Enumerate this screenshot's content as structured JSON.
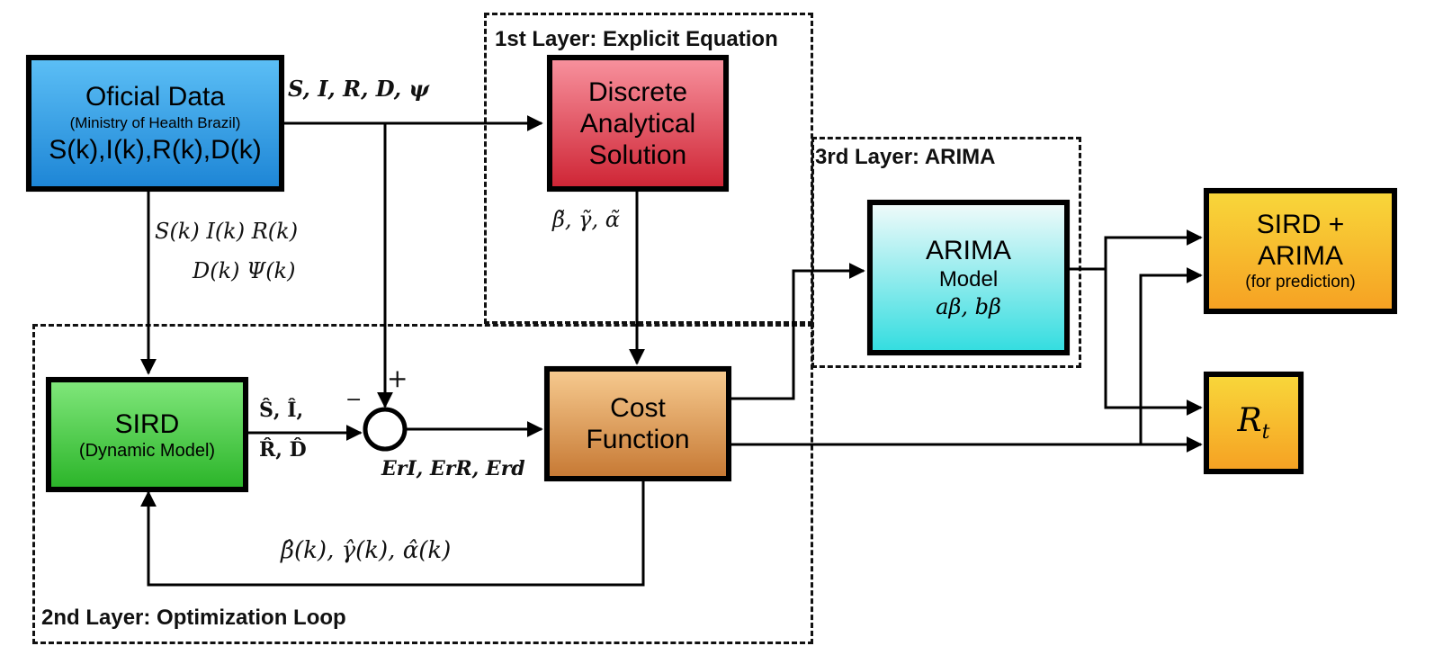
{
  "layers": {
    "first": "1st Layer: Explicit Equation",
    "second": "2nd Layer: Optimization Loop",
    "third": "3rd Layer: ARIMA"
  },
  "blocks": {
    "official_data": {
      "title": "Oficial Data",
      "subtitle": "(Ministry of Health Brazil)",
      "vars": "S(k),I(k),R(k),D(k)",
      "color_top": "#5bbef5",
      "color_bottom": "#1e86d6"
    },
    "discrete": {
      "line1": "Discrete",
      "line2": "Analytical",
      "line3": "Solution",
      "color_top": "#f7909c",
      "color_bottom": "#cf2636"
    },
    "arima": {
      "title": "ARIMA",
      "subtitle": "Model",
      "params": "aβ, bβ",
      "color_top": "#eefafa",
      "color_bottom": "#35dde0"
    },
    "sird_arima": {
      "line1": "SIRD +",
      "line2": "ARIMA",
      "subtitle": "(for prediction)",
      "color_top": "#f8d63a",
      "color_bottom": "#f6a223"
    },
    "sird": {
      "title": "SIRD",
      "subtitle": "(Dynamic Model)",
      "color_top": "#7fe67a",
      "color_bottom": "#2cb52a"
    },
    "cost": {
      "line1": "Cost",
      "line2": "Function",
      "color_top": "#f6c98e",
      "color_bottom": "#c77a35"
    },
    "rt": {
      "label": "R",
      "sub": "t",
      "color_top": "#f8d63a",
      "color_bottom": "#f6a223"
    }
  },
  "labels": {
    "official_out": "S, I, R, D, ψ",
    "official_down_1": "S(k)  I(k)  R(k)",
    "official_down_2": "D(k)  Ψ(k)",
    "discrete_out": "β̃, γ̃, α̃",
    "sird_out_1": "Ŝ, Î,",
    "sird_out_2": "R̂, D̂",
    "plus": "+",
    "minus": "−",
    "errors": "ErI, ErR, Erd",
    "feedback": "β̂(k), γ̂(k), α̂(k)"
  }
}
